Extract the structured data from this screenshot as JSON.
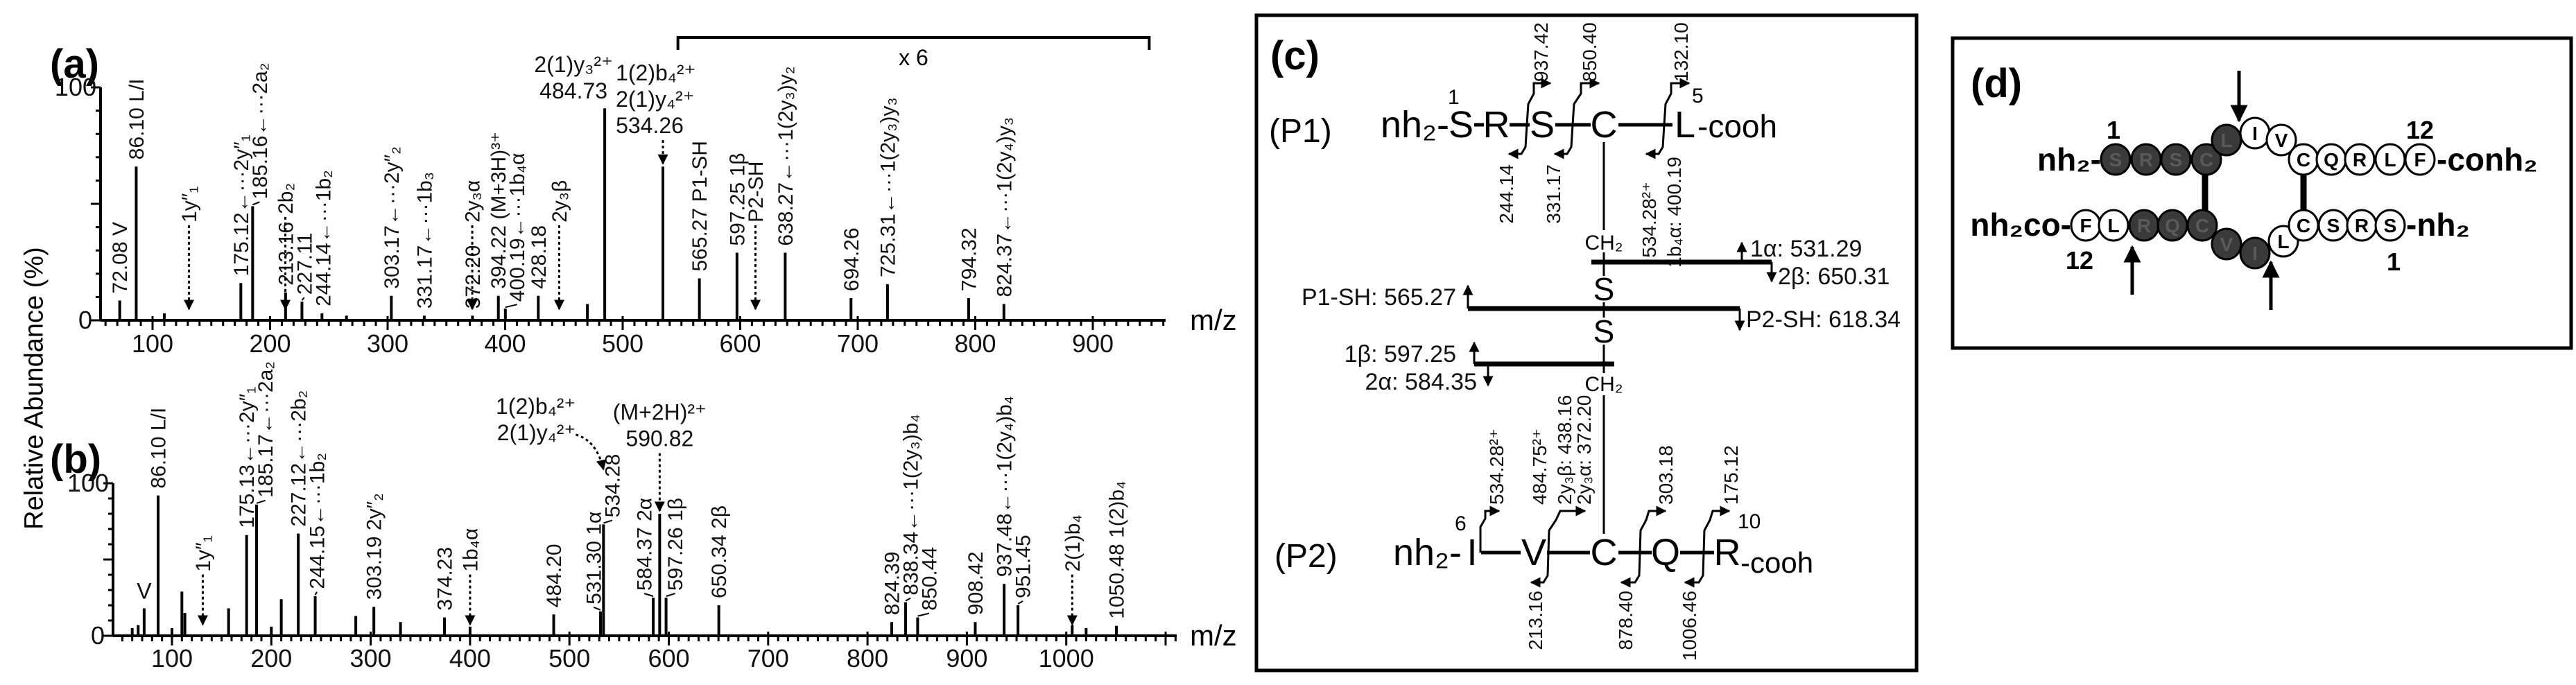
{
  "figure": {
    "ylabel": "Relative Abundance (%)"
  },
  "chart_data": [
    {
      "panel": "(a)",
      "type": "bar",
      "xlabel": "m/z",
      "ylabel": "Relative Abundance (%)",
      "ylim": [
        0,
        100
      ],
      "xlim": [
        50,
        960
      ],
      "x_ticks": [
        100,
        200,
        300,
        400,
        500,
        600,
        700,
        800,
        900
      ],
      "y_tick_labels": [
        "0",
        "100"
      ],
      "scale_annotation": {
        "label": "x 6",
        "from_mz": 547,
        "to_mz": 948
      },
      "peaks": [
        {
          "mz": 72.08,
          "intensity": 8.5,
          "label": "72.08 V"
        },
        {
          "mz": 86.1,
          "intensity": 66,
          "label": "86.10 L/I"
        },
        {
          "mz": 110,
          "intensity": 3
        },
        {
          "mz": 175.12,
          "intensity": 16,
          "label": "175.12←···2y″₁"
        },
        {
          "mz": 185.16,
          "intensity": 49,
          "label": "185.16←···2a₂"
        },
        {
          "mz": 213.16,
          "intensity": 12,
          "label": "213.16"
        },
        {
          "mz": 227.11,
          "intensity": 8,
          "label": "227.11"
        },
        {
          "mz": 244.14,
          "intensity": 3,
          "label": "244.14←···1b₂"
        },
        {
          "mz": 265,
          "intensity": 2
        },
        {
          "mz": 303.17,
          "intensity": 10.5,
          "label": "303.17←···2y″₂"
        },
        {
          "mz": 331.17,
          "intensity": 2,
          "label": "331.17←···1b₃"
        },
        {
          "mz": 372.2,
          "intensity": 2,
          "label": "372.20"
        },
        {
          "mz": 394.22,
          "intensity": 10.5,
          "label": "394.22 (M+3H)³⁺"
        },
        {
          "mz": 400.19,
          "intensity": 5,
          "label": "400.19←···1b₄α"
        },
        {
          "mz": 428.18,
          "intensity": 10.5,
          "label": "428.18"
        },
        {
          "mz": 470,
          "intensity": 7
        },
        {
          "mz": 484.73,
          "intensity": 91,
          "hlabel": [
            "2(1)y₃²⁺",
            "484.73"
          ]
        },
        {
          "mz": 534.26,
          "intensity": 66,
          "hlabel": [
            "1(2)b₄²⁺",
            "2(1)y₄²⁺",
            "534.26"
          ]
        },
        {
          "mz": 565.27,
          "intensity": 18,
          "label": "565.27 P1-SH"
        },
        {
          "mz": 597.25,
          "intensity": 29,
          "label": "597.25 1β"
        },
        {
          "mz": 638.27,
          "intensity": 29,
          "label": "638.27←···1(2y₃)y₂"
        },
        {
          "mz": 694.26,
          "intensity": 9.5,
          "label": "694.26"
        },
        {
          "mz": 725.31,
          "intensity": 15.5,
          "label": "725.31←···1(2y₃)y₃"
        },
        {
          "mz": 794.32,
          "intensity": 9.5,
          "label": "794.32"
        },
        {
          "mz": 824.37,
          "intensity": 7,
          "label": "824.37←···1(2y₄)y₃"
        }
      ],
      "annotations": [
        {
          "mz": 131,
          "label": "1y″₁"
        },
        {
          "mz": 213,
          "label": "2b₂"
        },
        {
          "mz": 372,
          "label": "2y₃α"
        },
        {
          "mz": 446,
          "label": "2y₃β"
        },
        {
          "mz": 613,
          "label": "P2-SH"
        }
      ]
    },
    {
      "panel": "(b)",
      "type": "bar",
      "xlabel": "m/z",
      "ylabel": "Relative Abundance (%)",
      "ylim": [
        0,
        100
      ],
      "xlim": [
        40,
        1110
      ],
      "x_ticks": [
        100,
        200,
        300,
        400,
        500,
        600,
        700,
        800,
        900,
        1000
      ],
      "y_tick_labels": [
        "0",
        "100"
      ],
      "peaks": [
        {
          "mz": 60,
          "intensity": 5
        },
        {
          "mz": 66,
          "intensity": 7
        },
        {
          "mz": 72,
          "intensity": 18,
          "hlabel": [
            "V"
          ]
        },
        {
          "mz": 86.1,
          "intensity": 92,
          "label": "86.10 L/I"
        },
        {
          "mz": 100,
          "intensity": 5
        },
        {
          "mz": 110,
          "intensity": 29
        },
        {
          "mz": 113,
          "intensity": 15
        },
        {
          "mz": 157,
          "intensity": 18
        },
        {
          "mz": 175.13,
          "intensity": 66,
          "label": "175.13←···2y″₁"
        },
        {
          "mz": 185.17,
          "intensity": 86,
          "label": "185.17←···2a₂"
        },
        {
          "mz": 200,
          "intensity": 6
        },
        {
          "mz": 210,
          "intensity": 24
        },
        {
          "mz": 227.12,
          "intensity": 67,
          "label": "227.12←···2b₂"
        },
        {
          "mz": 244.15,
          "intensity": 26,
          "label": "244.15←···1b₂"
        },
        {
          "mz": 285,
          "intensity": 13
        },
        {
          "mz": 303.19,
          "intensity": 19,
          "label": "303.19   2y″₂"
        },
        {
          "mz": 330,
          "intensity": 9
        },
        {
          "mz": 374.23,
          "intensity": 12,
          "label": "374.23"
        },
        {
          "mz": 400,
          "intensity": 6
        },
        {
          "mz": 484.2,
          "intensity": 14,
          "label": "484.20"
        },
        {
          "mz": 531.3,
          "intensity": 16,
          "label": "531.30 1α"
        },
        {
          "mz": 534.28,
          "intensity": 73,
          "label": "534.28"
        },
        {
          "mz": 584.37,
          "intensity": 25,
          "label": "584.37 2α"
        },
        {
          "mz": 590.82,
          "intensity": 80,
          "hlabel": [
            "(M+2H)²⁺",
            "590.82"
          ]
        },
        {
          "mz": 597.26,
          "intensity": 25,
          "label": "597.26 1β"
        },
        {
          "mz": 650.34,
          "intensity": 20,
          "label": "650.34 2β"
        },
        {
          "mz": 824.39,
          "intensity": 9,
          "label": "824.39"
        },
        {
          "mz": 838.34,
          "intensity": 22,
          "label": "838.34←···1(2y₃)b₄"
        },
        {
          "mz": 850.44,
          "intensity": 12,
          "label": "850.44"
        },
        {
          "mz": 908.42,
          "intensity": 9,
          "label": "908.42"
        },
        {
          "mz": 937.48,
          "intensity": 34,
          "label": "937.48←···1(2y₄)b₄"
        },
        {
          "mz": 951.45,
          "intensity": 20,
          "label": "951.45"
        },
        {
          "mz": 1006,
          "intensity": 7
        },
        {
          "mz": 1020,
          "intensity": 5
        },
        {
          "mz": 1050.48,
          "intensity": 6.5,
          "label": "1050.48 1(2)b₄"
        }
      ],
      "annotations": [
        {
          "mz": 131,
          "label": "1y″₁"
        },
        {
          "mz": 400,
          "label": "1b₄α"
        },
        {
          "mz": 1006,
          "label": "2(1)b₄"
        },
        {
          "mz": 534.28,
          "hlabel": [
            "1(2)b₄²⁺",
            "2(1)y₄²⁺"
          ]
        }
      ]
    }
  ],
  "panel_c": {
    "label": "(c)",
    "p1": {
      "tag": "(P1)",
      "nterm": "nh₂-",
      "residues": [
        "S",
        "R",
        "S",
        "C",
        "L"
      ],
      "start_num": "1",
      "end_num": "5",
      "cterm": "-cooh",
      "fragments_top": [
        "937.42",
        "850.40",
        "132.10"
      ],
      "fragments_bottom": [
        "244.14",
        "331.17",
        "534.28²⁺",
        "1b₄α: 400.19"
      ]
    },
    "linker": {
      "ch2": "CH₂",
      "s": "S",
      "cleavages": [
        "1α: 531.29",
        "2β: 650.31",
        "P1-SH: 565.27",
        "P2-SH: 618.34",
        "1β: 597.25",
        "2α: 584.35"
      ]
    },
    "p2": {
      "tag": "(P2)",
      "nterm": "nh₂-",
      "residues": [
        "I",
        "V",
        "C",
        "Q",
        "R"
      ],
      "start_num": "6",
      "end_num": "10",
      "cterm": "-cooh",
      "fragments_top": [
        "534.28²⁺",
        "484.75²⁺",
        "2y₃β: 438.16",
        "2y₃α: 372.20",
        "303.18",
        "175.12"
      ],
      "fragments_bottom": [
        "213.16",
        "878.40",
        "1006.46"
      ]
    }
  },
  "panel_d": {
    "label": "(d)",
    "top": {
      "nterm": "nh₂-",
      "cterm": "-conh₂",
      "start_num": "1",
      "end_num": "12",
      "residues": [
        {
          "aa": "S",
          "shade": "dark"
        },
        {
          "aa": "R",
          "shade": "dark"
        },
        {
          "aa": "S",
          "shade": "dark"
        },
        {
          "aa": "C",
          "shade": "dark"
        },
        {
          "aa": "L",
          "shade": "dark"
        },
        {
          "aa": "I",
          "shade": "light"
        },
        {
          "aa": "V",
          "shade": "light"
        },
        {
          "aa": "C",
          "shade": "light"
        },
        {
          "aa": "Q",
          "shade": "light"
        },
        {
          "aa": "R",
          "shade": "light"
        },
        {
          "aa": "L",
          "shade": "light"
        },
        {
          "aa": "F",
          "shade": "light"
        }
      ]
    },
    "bottom": {
      "nterm": "nh₂co-",
      "cterm": "-nh₂",
      "start_num": "12",
      "end_num": "1",
      "residues": [
        {
          "aa": "F",
          "shade": "light"
        },
        {
          "aa": "L",
          "shade": "light"
        },
        {
          "aa": "R",
          "shade": "dark"
        },
        {
          "aa": "Q",
          "shade": "dark"
        },
        {
          "aa": "C",
          "shade": "dark"
        },
        {
          "aa": "V",
          "shade": "dark"
        },
        {
          "aa": "I",
          "shade": "dark"
        },
        {
          "aa": "L",
          "shade": "light"
        },
        {
          "aa": "C",
          "shade": "light"
        },
        {
          "aa": "S",
          "shade": "light"
        },
        {
          "aa": "R",
          "shade": "light"
        },
        {
          "aa": "S",
          "shade": "light"
        }
      ]
    },
    "colors": {
      "dark": "#3a3a3a",
      "light": "#ffffff"
    }
  }
}
